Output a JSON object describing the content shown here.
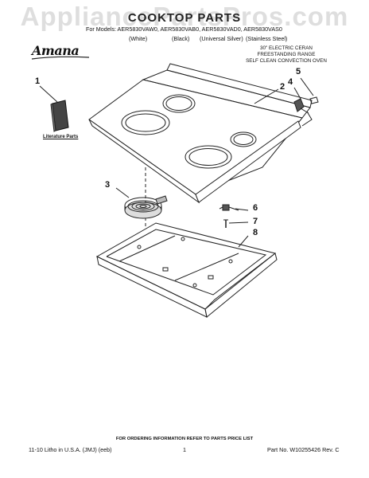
{
  "watermark": "AppliancePartsPros.com",
  "title": "COOKTOP PARTS",
  "models_line": "For Models: AER5830VAW0, AER5830VAB0, AER5830VAD0, AER5830VAS0",
  "colors": [
    "(White)",
    "(Black)",
    "(Universal Silver)",
    "(Stainless Steel)"
  ],
  "brand": "Amana",
  "description": [
    "30\" ELECTRIC CERAN",
    "FREESTANDING RANGE",
    "SELF CLEAN CONVECTION OVEN"
  ],
  "literature_label": "Literature Parts",
  "callouts": [
    "1",
    "2",
    "3",
    "4",
    "5",
    "6",
    "7",
    "8"
  ],
  "ordering_info": "FOR ORDERING INFORMATION REFER TO PARTS PRICE LIST",
  "footer": {
    "litho": "11-10 Litho in U.S.A. (JMJ) (eeb)",
    "page": "1",
    "part_no": "Part No. W10255426 Rev. C"
  }
}
